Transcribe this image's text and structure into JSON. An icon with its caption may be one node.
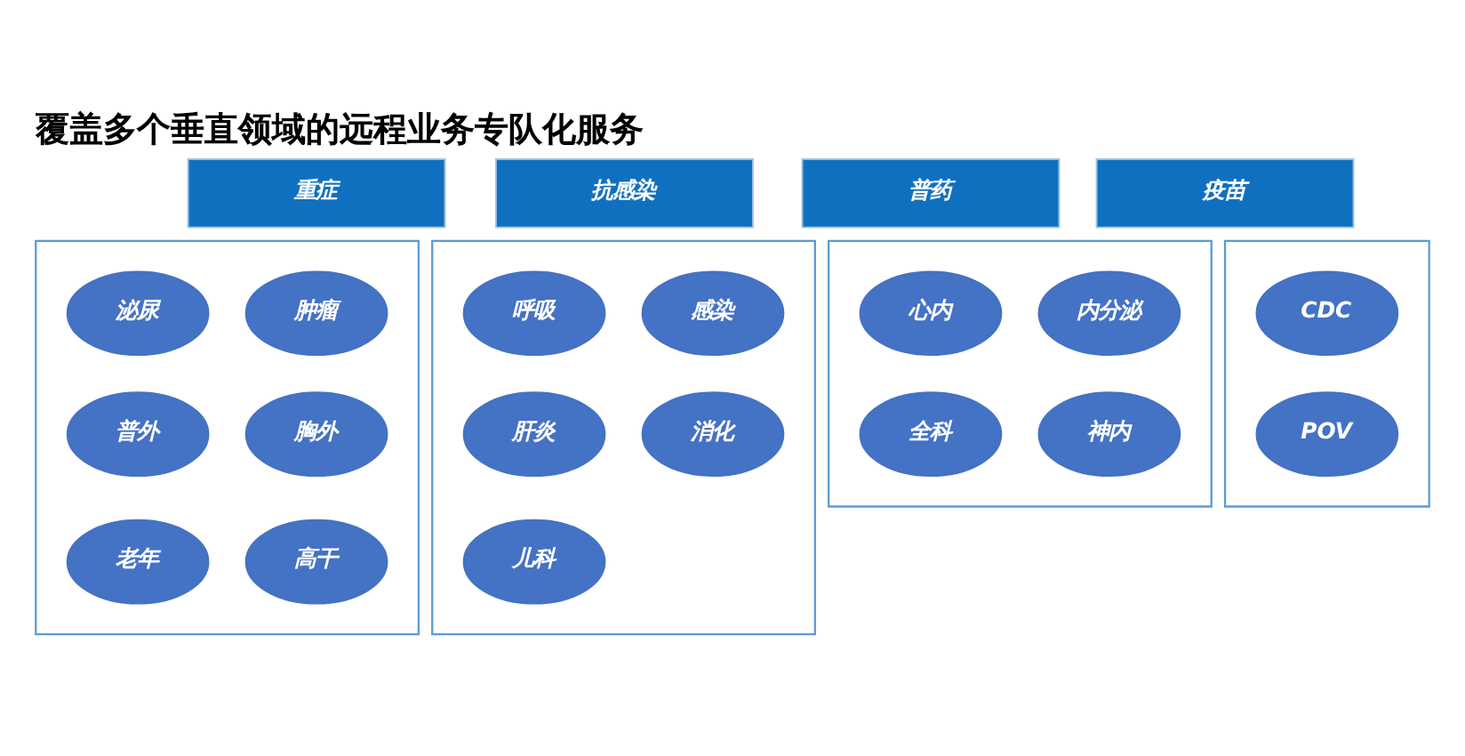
{
  "diagram": {
    "title": "覆盖多个垂直领域的远程业务专队化服务",
    "nodes": [
      {
        "text": [
          "重症"
        ]
      },
      {
        "text": [
          "抗感染"
        ]
      },
      {
        "text": [
          "普药"
        ]
      },
      {
        "text": [
          "疫苗"
        ]
      },
      {
        "text": [],
        "shape": "box"
      },
      {
        "text": [
          "泌尿"
        ],
        "in": 4
      },
      {
        "text": [
          "肿瘤"
        ],
        "in": 4
      },
      {
        "text": [
          "普外"
        ],
        "in": 4
      },
      {
        "text": [
          "胸外"
        ],
        "in": 4
      },
      {
        "text": [
          "老年"
        ],
        "in": 4
      },
      {
        "text": [
          "高干"
        ],
        "in": 4
      },
      {
        "text": [],
        "shape": "box"
      },
      {
        "text": [
          "呼吸"
        ],
        "in": 11
      },
      {
        "text": [
          "感染"
        ],
        "in": 11
      },
      {
        "text": [
          "肝炎"
        ],
        "in": 11
      },
      {
        "text": [
          "消化"
        ],
        "in": 11
      },
      {
        "text": [
          "儿科"
        ],
        "in": 11
      },
      {
        "text": [],
        "shape": "box"
      },
      {
        "text": [
          "心内"
        ],
        "in": 17
      },
      {
        "text": [
          "内分泌"
        ],
        "in": 17
      },
      {
        "text": [
          "全科"
        ],
        "in": 17
      },
      {
        "text": [
          "神内"
        ],
        "in": 17
      },
      {
        "text": [],
        "shape": "box"
      },
      {
        "text": [
          "CDC"
        ],
        "in": 22
      },
      {
        "text": [
          "POV"
        ],
        "in": 22
      }
    ]
  }
}
